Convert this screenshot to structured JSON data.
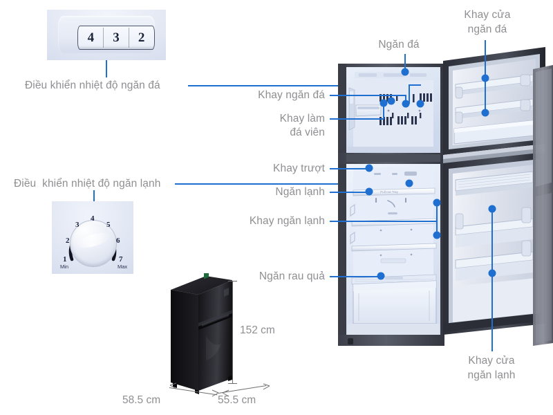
{
  "product": {
    "type": "refrigerator-diagram",
    "language": "vi"
  },
  "colors": {
    "leader_line": "#1f6fd0",
    "label_text": "#8f8f92",
    "dimension_text": "#8f8f92",
    "background": "#ffffff"
  },
  "insets": {
    "freezer_control": {
      "label": "Điều khiển nhiệt độ ngăn đá",
      "digits": [
        "4",
        "3",
        "2"
      ]
    },
    "fridge_control": {
      "label": "Điều  khiển nhiệt độ ngăn lạnh",
      "numbers": [
        "1",
        "2",
        "3",
        "4",
        "5",
        "6",
        "7"
      ],
      "min_label": "Min",
      "max_label": "Max"
    }
  },
  "callouts": {
    "freezer_compartment": "Ngăn đá",
    "freezer_door_shelf": "Khay cửa\nngăn đá",
    "freezer_door_shelf_line1": "Khay cửa",
    "freezer_door_shelf_line2": "ngăn đá",
    "freezer_shelf": "Khay ngăn đá",
    "ice_tray_line1": "Khay làm",
    "ice_tray_line2": "đá viên",
    "sliding_shelf": "Khay trượt",
    "cooling_compartment": "Ngăn lạnh",
    "fridge_shelf": "Khay ngăn lạnh",
    "vegetable_drawer": "Ngăn rau quả",
    "fridge_door_shelf_line1": "Khay cửa",
    "fridge_door_shelf_line2": "ngăn lạnh"
  },
  "dimensions": {
    "height": "152 cm",
    "width": "58.5 cm",
    "depth": "55.5 cm"
  }
}
